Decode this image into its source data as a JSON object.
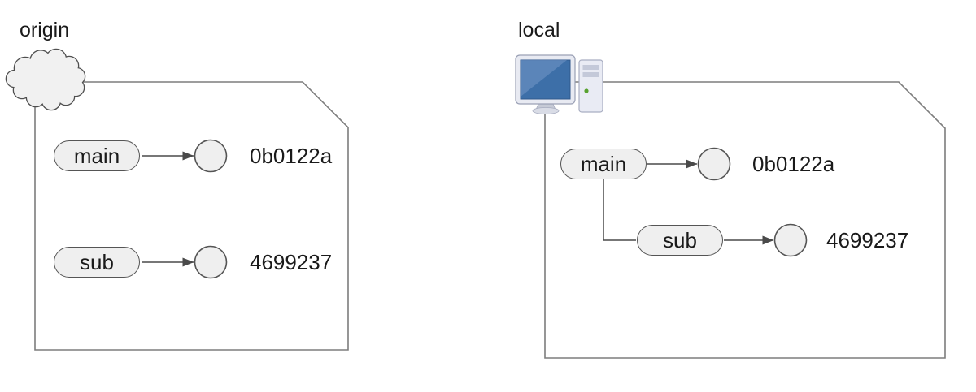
{
  "diagram": {
    "origin": {
      "label": "origin",
      "icon": "cloud-icon",
      "branches": [
        {
          "name": "main",
          "commit": "0b0122a"
        },
        {
          "name": "sub",
          "commit": "4699237"
        }
      ]
    },
    "local": {
      "label": "local",
      "icon": "computer-icon",
      "branches": [
        {
          "name": "main",
          "commit": "0b0122a"
        },
        {
          "name": "sub",
          "commit": "4699237"
        }
      ]
    },
    "colors": {
      "node_fill": "#efefef",
      "node_border": "#555555",
      "box_border": "#7d7d7d",
      "arrow": "#4a4a4a",
      "text": "#1a1a1a",
      "monitor_screen_blue": "#3d6fa8",
      "tower_led_green": "#58a22f"
    }
  }
}
